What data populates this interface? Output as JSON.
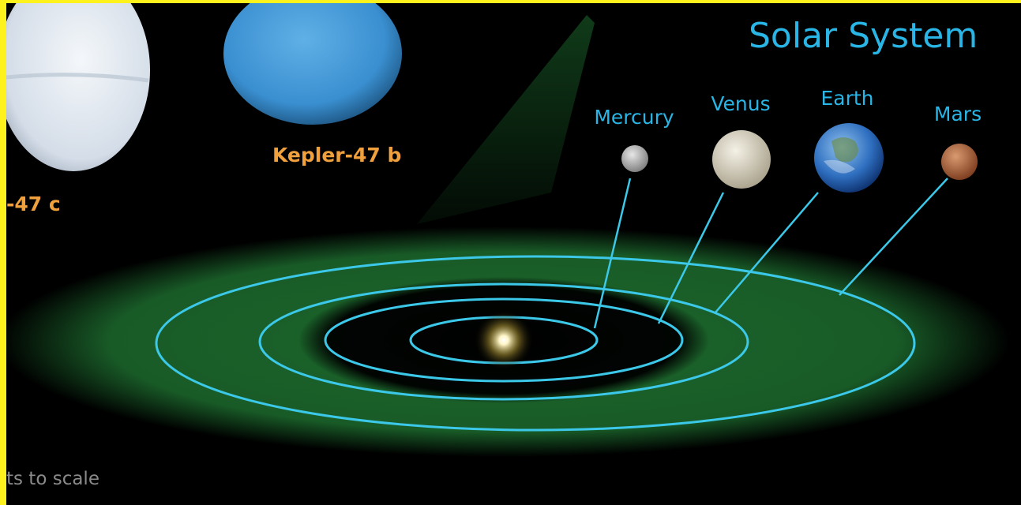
{
  "title": "Solar System",
  "planets": [
    {
      "name": "Mercury",
      "color": "#a9a9a9"
    },
    {
      "name": "Venus",
      "color": "#d9d3c2"
    },
    {
      "name": "Earth",
      "color": "#2f6fc0"
    },
    {
      "name": "Mars",
      "color": "#b0603a"
    }
  ],
  "kepler_planets": [
    {
      "name": "Kepler-47 b",
      "color": "#3a8fd0"
    },
    {
      "name": "-47 c",
      "color": "#dfe6ee"
    }
  ],
  "footnote": "ts to scale",
  "colors": {
    "orbit": "#3cc8e8",
    "habitable_zone": "#1d6b2e",
    "planet_label": "#29b6e6",
    "kepler_label": "#f0a03c",
    "sun": "#fff6c8",
    "border": "#fdf21c"
  }
}
